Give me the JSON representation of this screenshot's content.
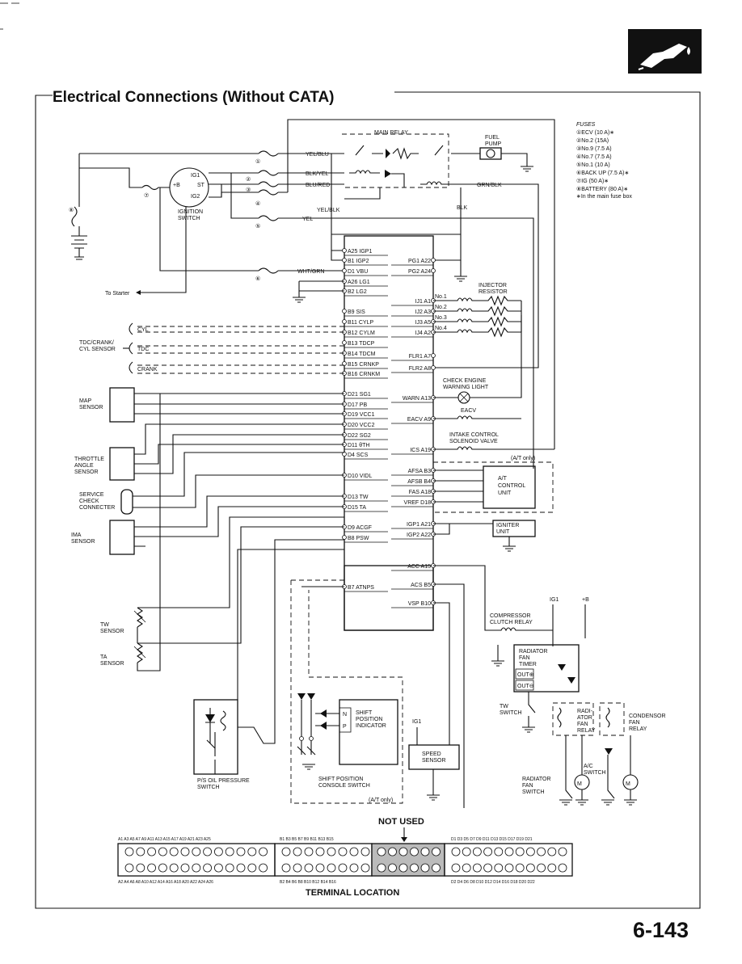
{
  "title": "Electrical Connections (Without CATA)",
  "page_number": "6-143",
  "footer_label": "TERMINAL LOCATION",
  "not_used_label": "NOT USED",
  "main_relay_label": "MAIN RELAY",
  "fuel_pump_label": [
    "FUEL",
    "PUMP"
  ],
  "ignition_switch": {
    "label": [
      "IGNITION",
      "SWITCH"
    ],
    "terminals": [
      "IG1",
      "+B",
      "ST",
      "IG2"
    ]
  },
  "to_starter": "To Starter",
  "fuses": {
    "heading": "FUSES",
    "items": [
      "①ECV (10 A)∗",
      "②No.2 (15A)",
      "③No.9 (7.5 A)",
      "④No.7 (7.5 A)",
      "⑤No.1 (10 A)",
      "⑥BACK UP (7.5 A)∗",
      "⑦IG (50 A)∗",
      "⑧BATTERY (80 A)∗"
    ],
    "note": "∗In the main fuse box",
    "marks": [
      "①",
      "②",
      "③",
      "④",
      "⑤",
      "⑥",
      "⑦",
      "⑧"
    ]
  },
  "wires": {
    "yel_blu": "YEL/BLU",
    "blk_yel": "BLK/YEL",
    "blu_red": "BLU/RED",
    "yel": "YEL",
    "yel_blk": "YEL/BLK",
    "blk": "BLK",
    "grn_blk": "GRN/BLK",
    "wht_grn": "WHT/GRN"
  },
  "ecu_left_pins": [
    "A25 IGP1",
    "B1 IGP2",
    "D1 VBU",
    "A26 LG1",
    "B2 LG2",
    "B9 SIS",
    "B11 CYLP",
    "B12 CYLM",
    "B13 TDCP",
    "B14 TDCM",
    "B15 CRNKP",
    "B16 CRNKM",
    "D21 SG1",
    "D17 PB",
    "D19 VCC1",
    "D20 VCC2",
    "D22 SG2",
    "D11 θTH",
    "D4 SCS",
    "D10 VIDL",
    "D13 TW",
    "D15 TA",
    "D9 ACGF",
    "B8 PSW",
    "B7 ATNPS"
  ],
  "ecu_right_pins": [
    "PG1 A22",
    "PG2 A24",
    "IJ1 A1",
    "IJ2 A3",
    "IJ3 A5",
    "IJ4 A2",
    "FLR1 A7",
    "FLR2 A8",
    "WARN A13",
    "EACV A9",
    "ICS A19",
    "AFSA B3",
    "AFSB B4",
    "FAS A18",
    "VREF D18",
    "IGP1 A21",
    "IGP2 A22",
    "ACC A15",
    "ACS B5",
    "VSP B10"
  ],
  "injector_numbers": [
    "No.1",
    "No.2",
    "No.3",
    "No.4"
  ],
  "injector_resistor": [
    "INJECTOR",
    "RESISTOR"
  ],
  "check_engine": [
    "CHECK ENGINE",
    "WARNING LIGHT"
  ],
  "eacv_label": "EACV",
  "intake_control": [
    "INTAKE CONTROL",
    "SOLENOID VALVE"
  ],
  "at_only": "(A/T only)",
  "at_control_unit": [
    "A/T",
    "CONTROL",
    "UNIT"
  ],
  "igniter_unit": [
    "IGNITER",
    "UNIT"
  ],
  "sensors": {
    "cyl": "CYL",
    "tdc": "TDC",
    "crank": "CRANK",
    "tdc_crank_cyl": [
      "TDC/CRANK/",
      "CYL SENSOR"
    ],
    "map": [
      "MAP",
      "SENSOR"
    ],
    "throttle": [
      "THROTTLE",
      "ANGLE",
      "SENSOR"
    ],
    "service_check": [
      "SERVICE",
      "CHECK",
      "CONNECTER"
    ],
    "ima": [
      "IMA",
      "SENSOR"
    ],
    "tw": [
      "TW",
      "SENSOR"
    ],
    "ta": [
      "TA",
      "SENSOR"
    ]
  },
  "ps_oil": [
    "P/S OIL PRESSURE",
    "SWITCH"
  ],
  "shift_position_indicator": [
    "SHIFT",
    "POSITION",
    "INDICATOR"
  ],
  "shift_letters": [
    "N",
    "P"
  ],
  "shift_console_switch": [
    "SHIFT POSITION",
    "CONSOLE SWITCH"
  ],
  "at_only_bottom": "(A/T only)",
  "speed_sensor": [
    "SPEED",
    "SENSOR"
  ],
  "ig1": "IG1",
  "plus_b": "+B",
  "compressor_clutch": [
    "COMPRESSOR",
    "CLUTCH RELAY"
  ],
  "radiator_fan_timer": [
    "RADIATOR",
    "FAN",
    "TIMER"
  ],
  "out_plus": "OUT⊕",
  "out_minus": "OUT⊖",
  "tw_switch": [
    "TW",
    "SWITCH"
  ],
  "radiator_fan_relay": [
    "RADI-",
    "ATOR",
    "FAN",
    "RELAY"
  ],
  "condensor_fan_relay": [
    "CONDENSOR",
    "FAN",
    "RELAY"
  ],
  "ac_switch": [
    "A/C",
    "SWITCH"
  ],
  "radiator_fan_switch": [
    "RADIATOR",
    "FAN",
    "SWITCH"
  ],
  "connector_top_groups": [
    "A1  A3  A5  A7  A9  A11 A13 A15 A17 A19 A21 A23 A25",
    "B1  B3  B5  B7  B9  B11 B13 B15",
    "D1  D3  D5  D7  D9  D11 D13 D15 D17 D19 D21"
  ],
  "connector_bottom_groups": [
    "A2  A4  A6  A8  A10 A12 A14 A16 A18 A20 A22 A24 A26",
    "B2  B4  B6  B8  B10 B12 B14 B16",
    "D2  D4  D6  D8  D10 D12 D14 D16 D18 D20 D22"
  ],
  "connector_counts": {
    "a": 13,
    "b": 8,
    "d": 11,
    "not_used": 6
  }
}
